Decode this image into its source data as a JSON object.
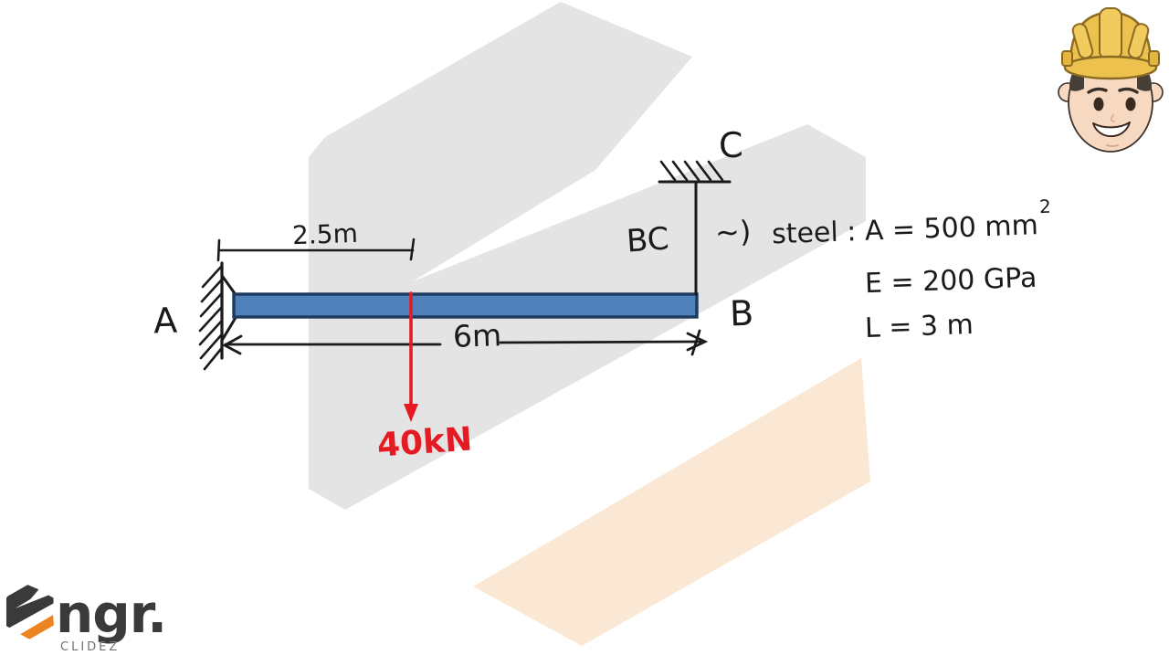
{
  "diagram": {
    "points": {
      "a": "A",
      "b": "B",
      "c": "C"
    },
    "member_label": "BC",
    "dimensions": {
      "load_offset": "2.5m",
      "beam_length": "6m"
    },
    "load": {
      "value": "40kN"
    },
    "material_note": {
      "squiggle_arrow": "~)",
      "line1": "steel : A = 500 mm",
      "line1_exponent": "2",
      "line2": "E = 200 GPa",
      "line3": "L = 3 m"
    }
  },
  "branding": {
    "mark": "engr-hexagon-e-mark",
    "wordmark": "ngr.",
    "subtext": "CLIDEZ"
  },
  "avatar": "engineer-cartoon-hardhat-avatar",
  "colors": {
    "ink": "#1a1a1a",
    "beam_fill": "#4e80ba",
    "beam_border": "#1d3a5e",
    "load_red": "#e51b24",
    "watermark_gray": "#e4e4e4",
    "watermark_peach": "#fbe8d4",
    "logo_dark": "#3a3a3a",
    "logo_orange": "#ee8322",
    "hat_yellow": "#edc14d",
    "skin": "#f7d9c2"
  }
}
